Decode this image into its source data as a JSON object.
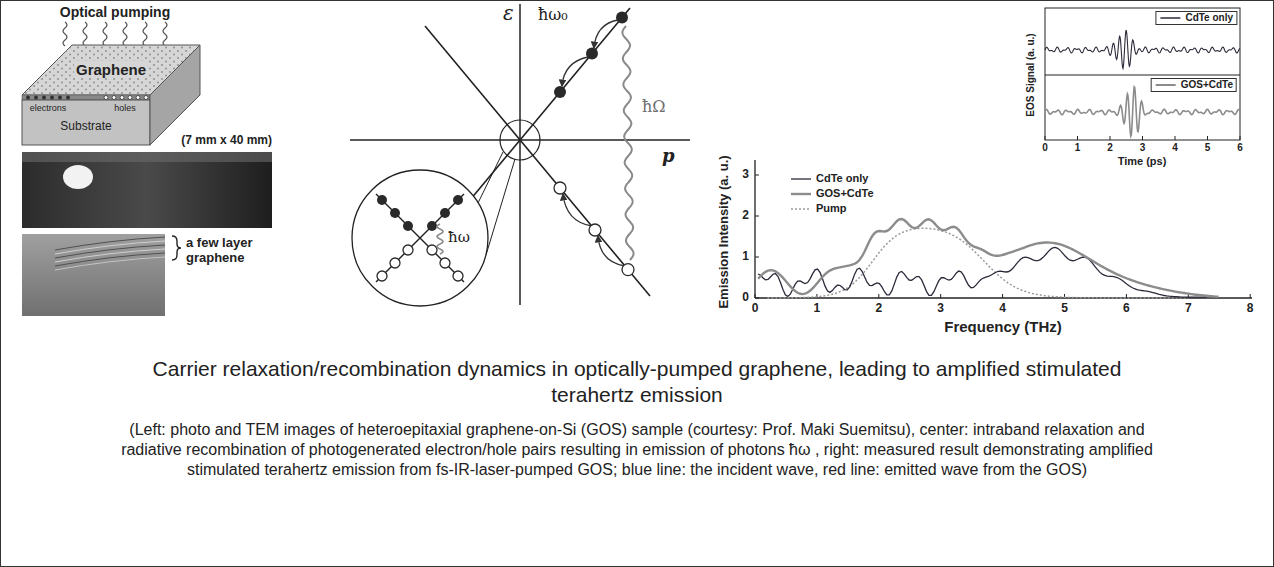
{
  "diagram": {
    "title": "Carrier relaxation/recombination dynamics in optically-pumped graphene, leading to amplified stimulated terahertz emission",
    "caption": "(Left: photo and TEM images of heteroepitaxial graphene-on-Si (GOS) sample (courtesy: Prof. Maki Suemitsu), center: intraband relaxation and radiative recombination of photogenerated electron/hole pairs resulting in emission of photons ħω , right: measured result demonstrating amplified stimulated terahertz emission from fs-IR-laser-pumped GOS; blue line: the incident wave, red line: emitted wave from the GOS)",
    "labels": [
      "Optical pumping",
      "Graphene",
      "electrons",
      "Substrate",
      "holes",
      "(7 mm x 40 mm)",
      "a few layer graphene",
      "ε",
      "ħω₀",
      "ħΩ",
      "p",
      "ħω",
      "Emission Intensity (a. u.)",
      "Frequency (THz)",
      "0",
      "1",
      "2",
      "3",
      "0",
      "1",
      "2",
      "3",
      "4",
      "5",
      "6",
      "7",
      "8",
      "EOS Signal (a. u.)",
      "Time (ps)",
      "0",
      "1",
      "2",
      "3",
      "4",
      "5",
      "6"
    ],
    "legend": [
      {
        "text": "CdTe only"
      },
      {
        "text": "GOS+CdTe"
      },
      {
        "text": "Pump"
      },
      {
        "text": "CdTe only"
      },
      {
        "text": "GOS+CdTe"
      }
    ]
  }
}
